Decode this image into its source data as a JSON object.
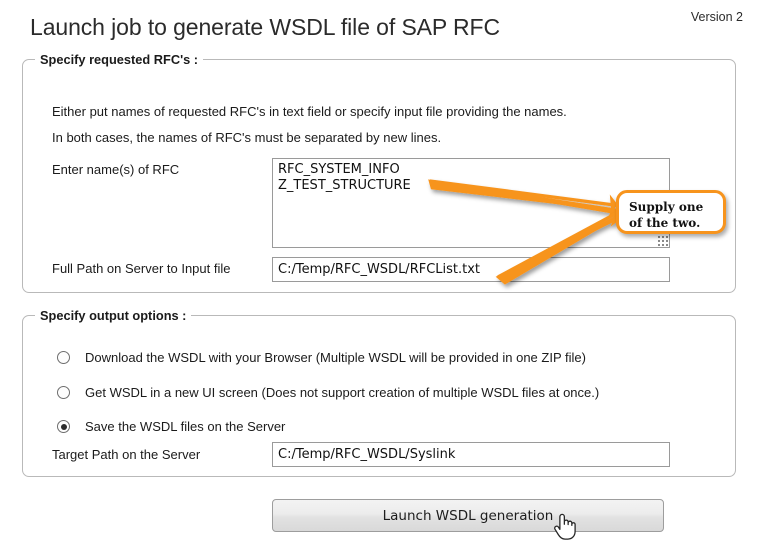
{
  "header": {
    "title": "Launch job to generate WSDL file of SAP RFC",
    "version": "Version 2"
  },
  "rfc_section": {
    "legend": "Specify requested RFC's :",
    "info_line_1": "Either put names of requested RFC's in text field or specify input file providing the names.",
    "info_line_2": "In both cases, the names of RFC's must be separated by new lines.",
    "textarea_label": "Enter name(s) of RFC",
    "textarea_value": "RFC_SYSTEM_INFO\nZ_TEST_STRUCTURE",
    "textarea_placeholder": "",
    "input_label": "Full Path on Server to Input file",
    "input_value": "C:/Temp/RFC_WSDL/RFCList.txt",
    "input_placeholder": ""
  },
  "output_section": {
    "legend": "Specify output options :",
    "options": [
      {
        "label": "Download the WSDL with your Browser (Multiple WSDL will be provided in one ZIP file)",
        "selected": false
      },
      {
        "label": "Get WSDL in a new UI screen (Does not support creation of multiple WSDL files at once.)",
        "selected": false
      },
      {
        "label": "Save the WSDL files on the Server",
        "selected": true
      }
    ],
    "target_path_label": "Target Path on the Server",
    "target_path_value": "C:/Temp/RFC_WSDL/Syslink",
    "target_path_placeholder": ""
  },
  "submit": {
    "label": "Launch WSDL generation"
  },
  "annotation": {
    "callout_text": "Supply one\nof the two.",
    "accent_color": "#f7941d"
  },
  "colors": {
    "accent": "#f7941d",
    "border": "#b9b9b9",
    "input_border": "#9a9a9a",
    "text": "#1b1b1b",
    "button_face": "#e6e6e6"
  }
}
